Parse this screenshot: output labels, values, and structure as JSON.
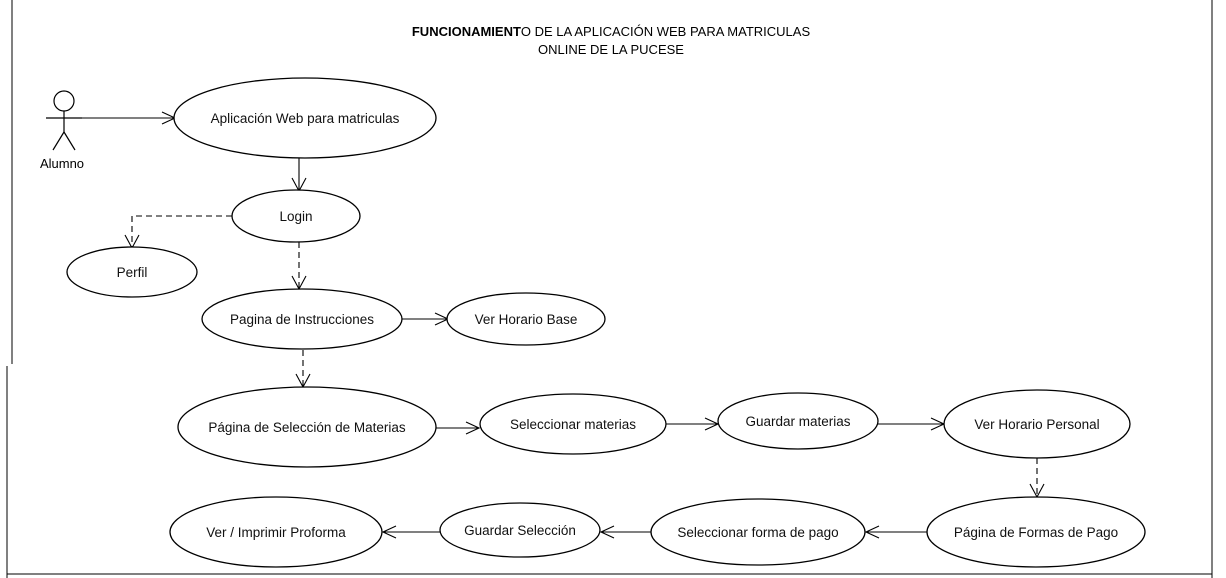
{
  "diagram": {
    "title": {
      "line1_bold": "FUNCIONAMIENT",
      "line1_rest": "O DE LA APLICACIÓN WEB PARA MATRICULAS",
      "line2": "ONLINE DE LA PUCESE"
    },
    "actor": {
      "label": "Alumno"
    },
    "nodes": {
      "app": {
        "label": "Aplicación Web para matriculas"
      },
      "login": {
        "label": "Login"
      },
      "perfil": {
        "label": "Perfil"
      },
      "instrucciones": {
        "label": "Pagina de Instrucciones"
      },
      "horario_base": {
        "label": "Ver Horario Base"
      },
      "seleccion_materias": {
        "label": "Página de Selección de Materias"
      },
      "seleccionar_materias": {
        "label": "Seleccionar materias"
      },
      "guardar_materias": {
        "label": "Guardar materias"
      },
      "horario_personal": {
        "label": "Ver Horario Personal"
      },
      "formas_pago": {
        "label": "Página de Formas de Pago"
      },
      "seleccionar_pago": {
        "label": "Seleccionar forma de pago"
      },
      "guardar_seleccion": {
        "label": "Guardar Selección"
      },
      "proforma": {
        "label": "Ver / Imprimir Proforma"
      }
    }
  }
}
